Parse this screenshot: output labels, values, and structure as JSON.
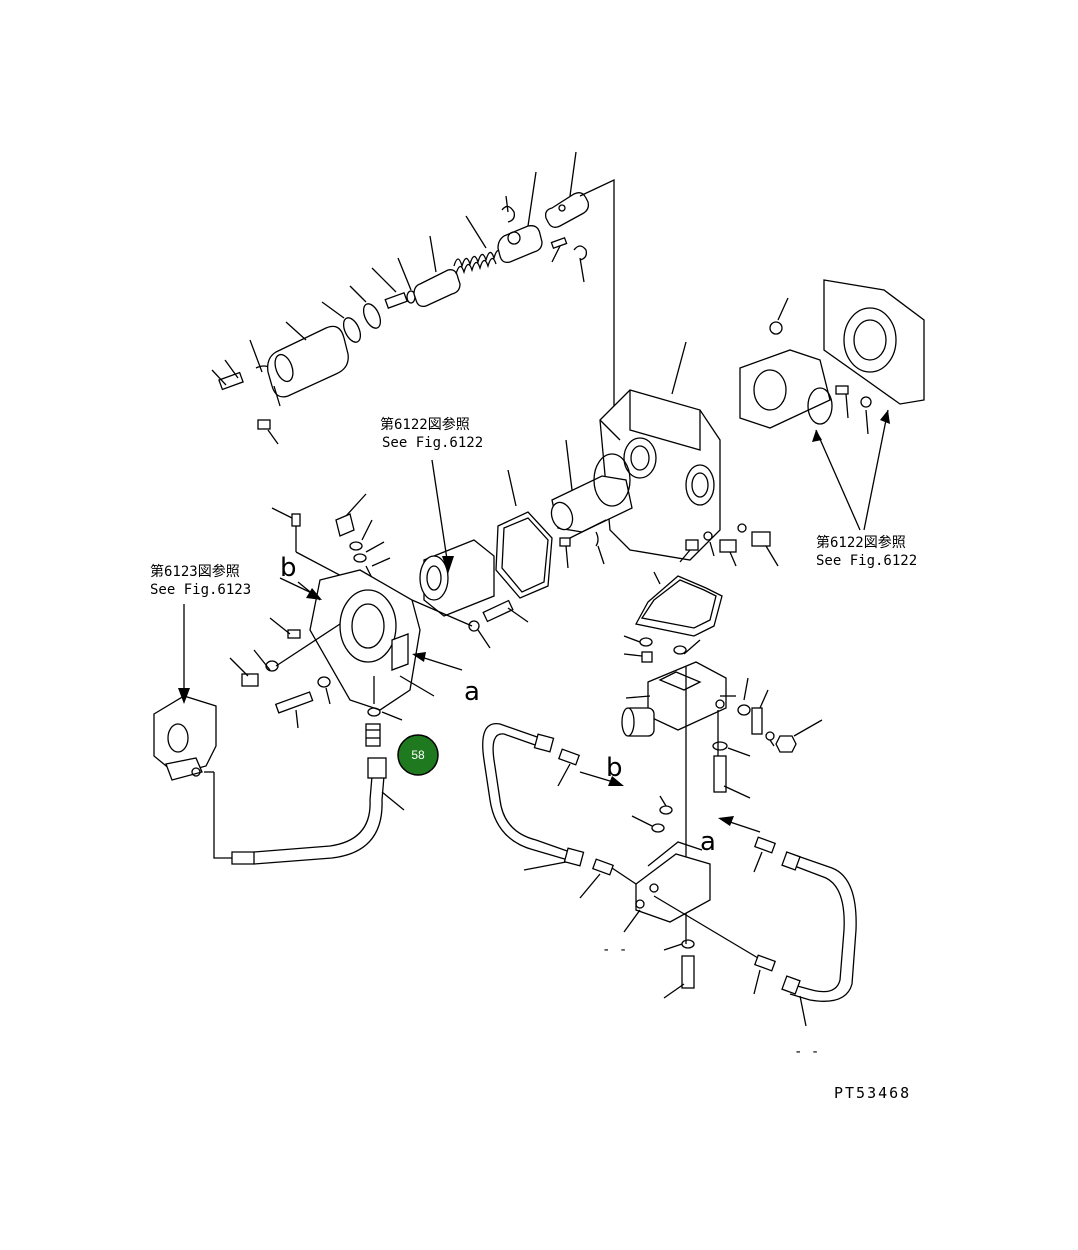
{
  "references": {
    "fig6122_top": {
      "jp": "第6122図参照",
      "en": "See Fig.6122"
    },
    "fig6123": {
      "jp": "第6123図参照",
      "en": "See Fig.6123"
    },
    "fig6122_right": {
      "jp": "第6122図参照",
      "en": "See Fig.6122"
    }
  },
  "markers": {
    "a": "a",
    "b": "b"
  },
  "callout": {
    "label": "58",
    "color": "#1f7a1f"
  },
  "dash_labels": {
    "left": "- -",
    "right": "- -"
  },
  "drawing_code": "PT53468"
}
